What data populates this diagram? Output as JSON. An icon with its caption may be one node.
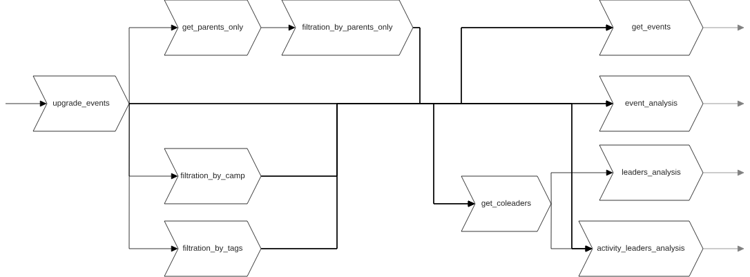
{
  "diagram": {
    "nodes": [
      {
        "text": [
          "upgrade_events"
        ]
      },
      {
        "text": [
          "get_parents_only"
        ]
      },
      {
        "text": [
          "filtration_by_parents_only"
        ]
      },
      {
        "text": [
          "filtration_by_camp"
        ]
      },
      {
        "text": [
          "filtration_by_tags"
        ]
      },
      {
        "text": [
          "get_events"
        ]
      },
      {
        "text": [
          "event_analysis"
        ]
      },
      {
        "text": [
          "get_coleaders"
        ]
      },
      {
        "text": [
          "leaders_analysis"
        ]
      },
      {
        "text": [
          "activity_leaders_analysis"
        ]
      }
    ],
    "edges": [
      {
        "from": null,
        "to": 0,
        "arrow": "to"
      },
      {
        "from": 0,
        "to": 1,
        "arrow": "to"
      },
      {
        "from": 1,
        "to": 2,
        "arrow": "to"
      },
      {
        "from": 0,
        "to": 3,
        "arrow": "to"
      },
      {
        "from": 0,
        "to": 4,
        "arrow": "to"
      },
      {
        "from": 0,
        "to": 5,
        "arrow": "to"
      },
      {
        "from": 0,
        "to": 6,
        "arrow": "to"
      },
      {
        "from": 0,
        "to": 7,
        "arrow": "to"
      },
      {
        "from": 0,
        "to": 9,
        "arrow": "to"
      },
      {
        "from": 2,
        "to": 5,
        "arrow": "to"
      },
      {
        "from": 2,
        "to": 6,
        "arrow": "to"
      },
      {
        "from": 2,
        "to": 7,
        "arrow": "to"
      },
      {
        "from": 2,
        "to": 9,
        "arrow": "to"
      },
      {
        "from": 3,
        "to": 5,
        "arrow": "to"
      },
      {
        "from": 3,
        "to": 6,
        "arrow": "to"
      },
      {
        "from": 3,
        "to": 7,
        "arrow": "to"
      },
      {
        "from": 3,
        "to": 9,
        "arrow": "to"
      },
      {
        "from": 4,
        "to": 5,
        "arrow": "to"
      },
      {
        "from": 4,
        "to": 6,
        "arrow": "to"
      },
      {
        "from": 4,
        "to": 7,
        "arrow": "to"
      },
      {
        "from": 4,
        "to": 9,
        "arrow": "to"
      },
      {
        "from": 7,
        "to": 8,
        "arrow": "to"
      },
      {
        "from": 7,
        "to": 9,
        "arrow": "to"
      },
      {
        "from": 5,
        "to": null,
        "arrow": "to",
        "color": "#808080"
      },
      {
        "from": 6,
        "to": null,
        "arrow": "to",
        "color": "#808080"
      },
      {
        "from": 8,
        "to": null,
        "arrow": "to",
        "color": "#808080"
      },
      {
        "from": 9,
        "to": null,
        "arrow": "to",
        "color": "#808080"
      }
    ]
  }
}
